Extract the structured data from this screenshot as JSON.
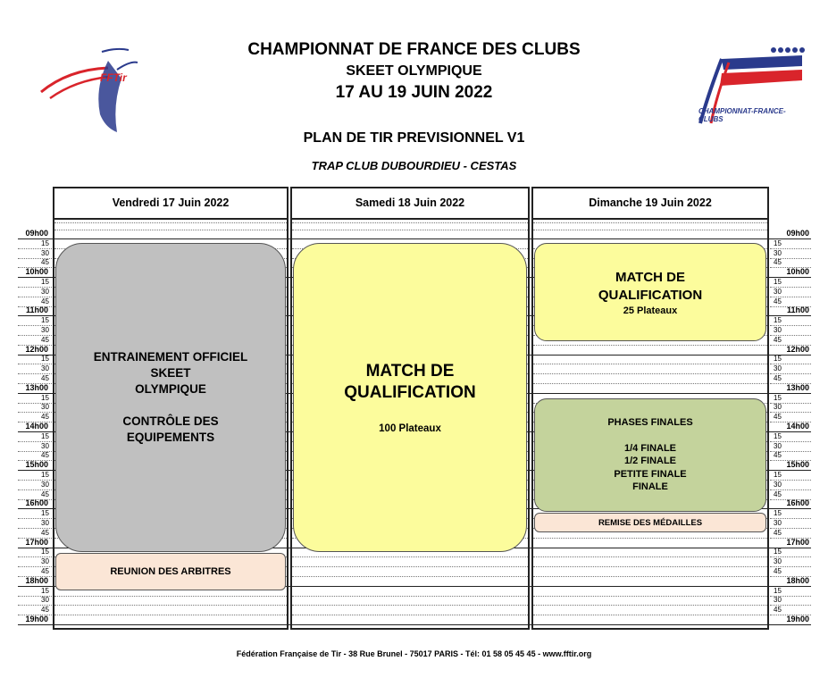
{
  "header": {
    "title": "CHAMPIONNAT DE FRANCE DES CLUBS",
    "subtitle": "SKEET OLYMPIQUE",
    "dates": "17 AU 19 JUIN 2022",
    "plan": "PLAN DE TIR PREVISIONNEL V1",
    "venue": "TRAP CLUB DUBOURDIEU - CESTAS"
  },
  "logos": {
    "left_text": "FFTir",
    "right_text": "CHAMPIONNAT-FRANCE-CLUBS"
  },
  "days": [
    {
      "label": "Vendredi 17 Juin 2022"
    },
    {
      "label": "Samedi 18 Juin 2022"
    },
    {
      "label": "Dimanche 19 Juin 2022"
    }
  ],
  "hours": [
    "09h00",
    "10h00",
    "11h00",
    "12h00",
    "13h00",
    "14h00",
    "15h00",
    "16h00",
    "17h00",
    "18h00",
    "19h00"
  ],
  "quarters": [
    "15",
    "30",
    "45"
  ],
  "blocks": {
    "fri_training": {
      "lines": [
        "ENTRAINEMENT OFFICIEL",
        "SKEET",
        "OLYMPIQUE",
        "",
        "CONTRÔLE DES",
        "EQUIPEMENTS"
      ]
    },
    "fri_referees": {
      "lines": [
        "REUNION DES ARBITRES"
      ]
    },
    "sat_qualif": {
      "title_lines": [
        "MATCH DE",
        "QUALIFICATION"
      ],
      "sub": "100 Plateaux"
    },
    "sun_qualif": {
      "title_lines": [
        "MATCH DE",
        "QUALIFICATION"
      ],
      "sub": "25 Plateaux"
    },
    "sun_finals": {
      "lines": [
        "PHASES FINALES",
        "",
        "1/4 FINALE",
        "1/2 FINALE",
        "PETITE FINALE",
        "FINALE"
      ]
    },
    "sun_medals": {
      "lines": [
        "REMISE DES MÉDAILLES"
      ]
    }
  },
  "colors": {
    "gray": "#c0c0c0",
    "yellow": "#fcfc9c",
    "green": "#c4d39c",
    "peach": "#fbe6d6",
    "flag_blue": "#2a3a8c",
    "flag_red": "#d9242b"
  },
  "footer": "Fédération Française de Tir - 38 Rue Brunel - 75017 PARIS - Tél: 01 58 05 45 45 - www.fftir.org"
}
